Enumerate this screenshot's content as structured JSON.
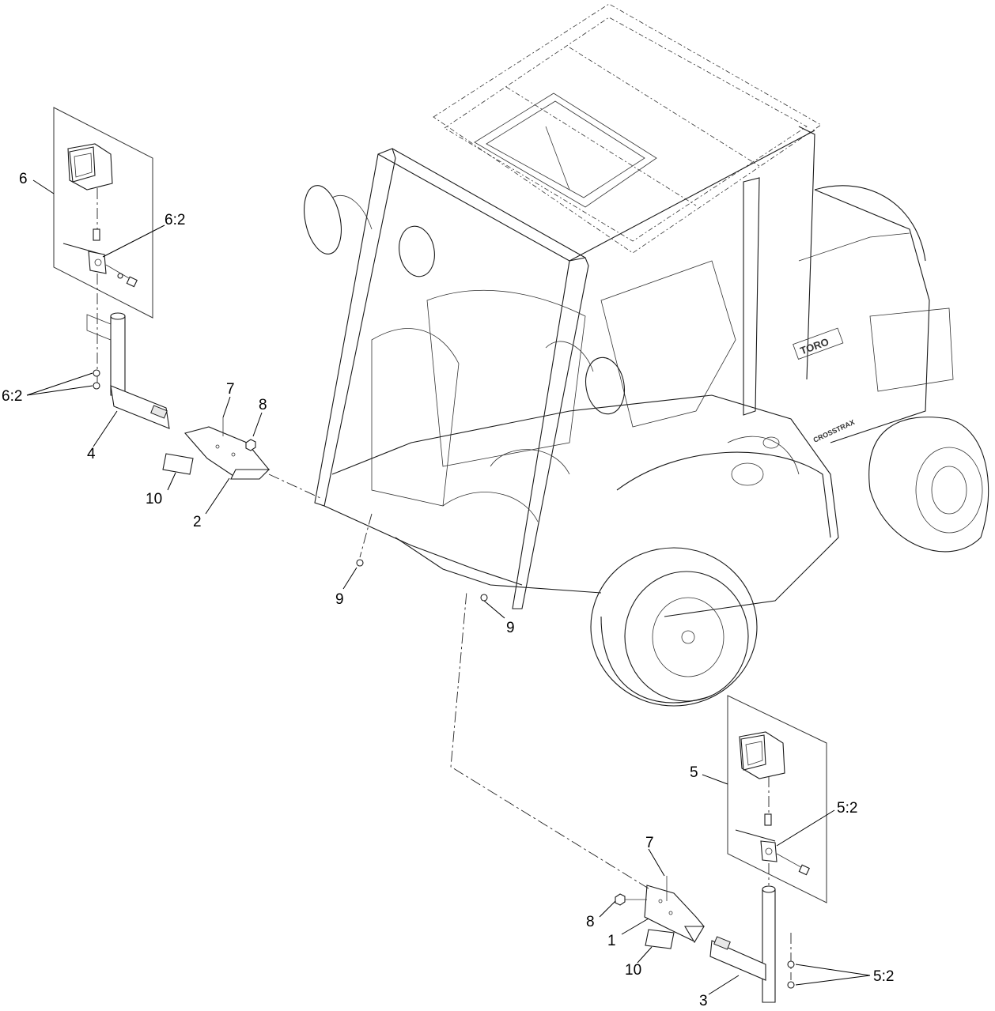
{
  "diagram": {
    "callouts": {
      "c1": "1",
      "c2": "2",
      "c3": "3",
      "c4": "4",
      "c5": "5",
      "c6": "6",
      "c7a": "7",
      "c7b": "7",
      "c8a": "8",
      "c8b": "8",
      "c9a": "9",
      "c9b": "9",
      "c10a": "10",
      "c10b": "10",
      "c52a": "5:2",
      "c52b": "5:2",
      "c62a": "6:2",
      "c62b": "6:2"
    },
    "vehicle": {
      "brand_badge": "TORO",
      "model_badge": "CROSSTRAX"
    },
    "icons": [
      "work-light-icon",
      "mount-bracket-icon",
      "vehicle-cab-icon",
      "wheel-icon"
    ],
    "colors": {
      "line": "#1a1a1a",
      "background": "#ffffff"
    }
  }
}
